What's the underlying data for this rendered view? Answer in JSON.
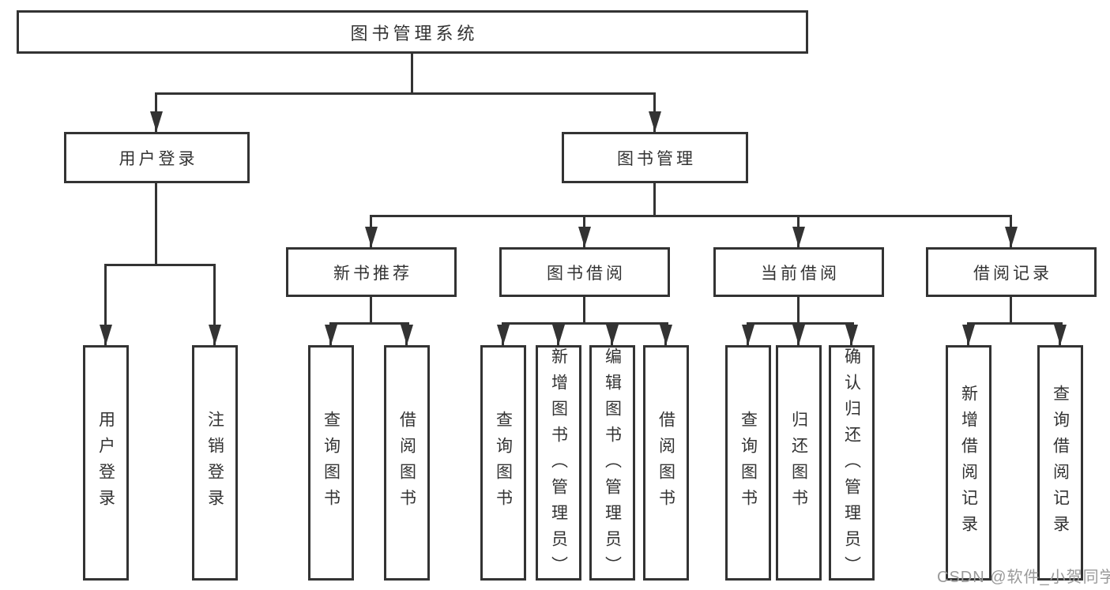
{
  "diagram": {
    "title": "图书管理系统",
    "watermark": "CSDN @软件_小贺同学",
    "colors": {
      "line": "#333333",
      "box_border": "#333333",
      "text": "#333333",
      "background": "#ffffff",
      "watermark": "#9a9a9a"
    },
    "nodes": {
      "root": "图书管理系统",
      "user_login": "用户登录",
      "book_mgmt": "图书管理",
      "new_book_rec": "新书推荐",
      "book_borrow": "图书借阅",
      "current_borrow": "当前借阅",
      "borrow_record": "借阅记录",
      "leaf_user_login": "用户登录",
      "leaf_logout": "注销登录",
      "rec_query_book": "查询图书",
      "rec_borrow_book": "借阅图书",
      "bb_query_book": "查询图书",
      "bb_add_book": "新增图书（管理员）",
      "bb_edit_book": "编辑图书（管理员）",
      "bb_borrow_book": "借阅图书",
      "cb_query_book": "查询图书",
      "cb_return_book": "归还图书",
      "cb_confirm_return": "确认归还（管理员）",
      "br_add_record": "新增借阅记录",
      "br_query_record": "查询借阅记录"
    },
    "hierarchy": {
      "图书管理系统": {
        "用户登录": [
          "用户登录",
          "注销登录"
        ],
        "图书管理": {
          "新书推荐": [
            "查询图书",
            "借阅图书"
          ],
          "图书借阅": [
            "查询图书",
            "新增图书（管理员）",
            "编辑图书（管理员）",
            "借阅图书"
          ],
          "当前借阅": [
            "查询图书",
            "归还图书",
            "确认归还（管理员）"
          ],
          "借阅记录": [
            "新增借阅记录",
            "查询借阅记录"
          ]
        }
      }
    }
  }
}
